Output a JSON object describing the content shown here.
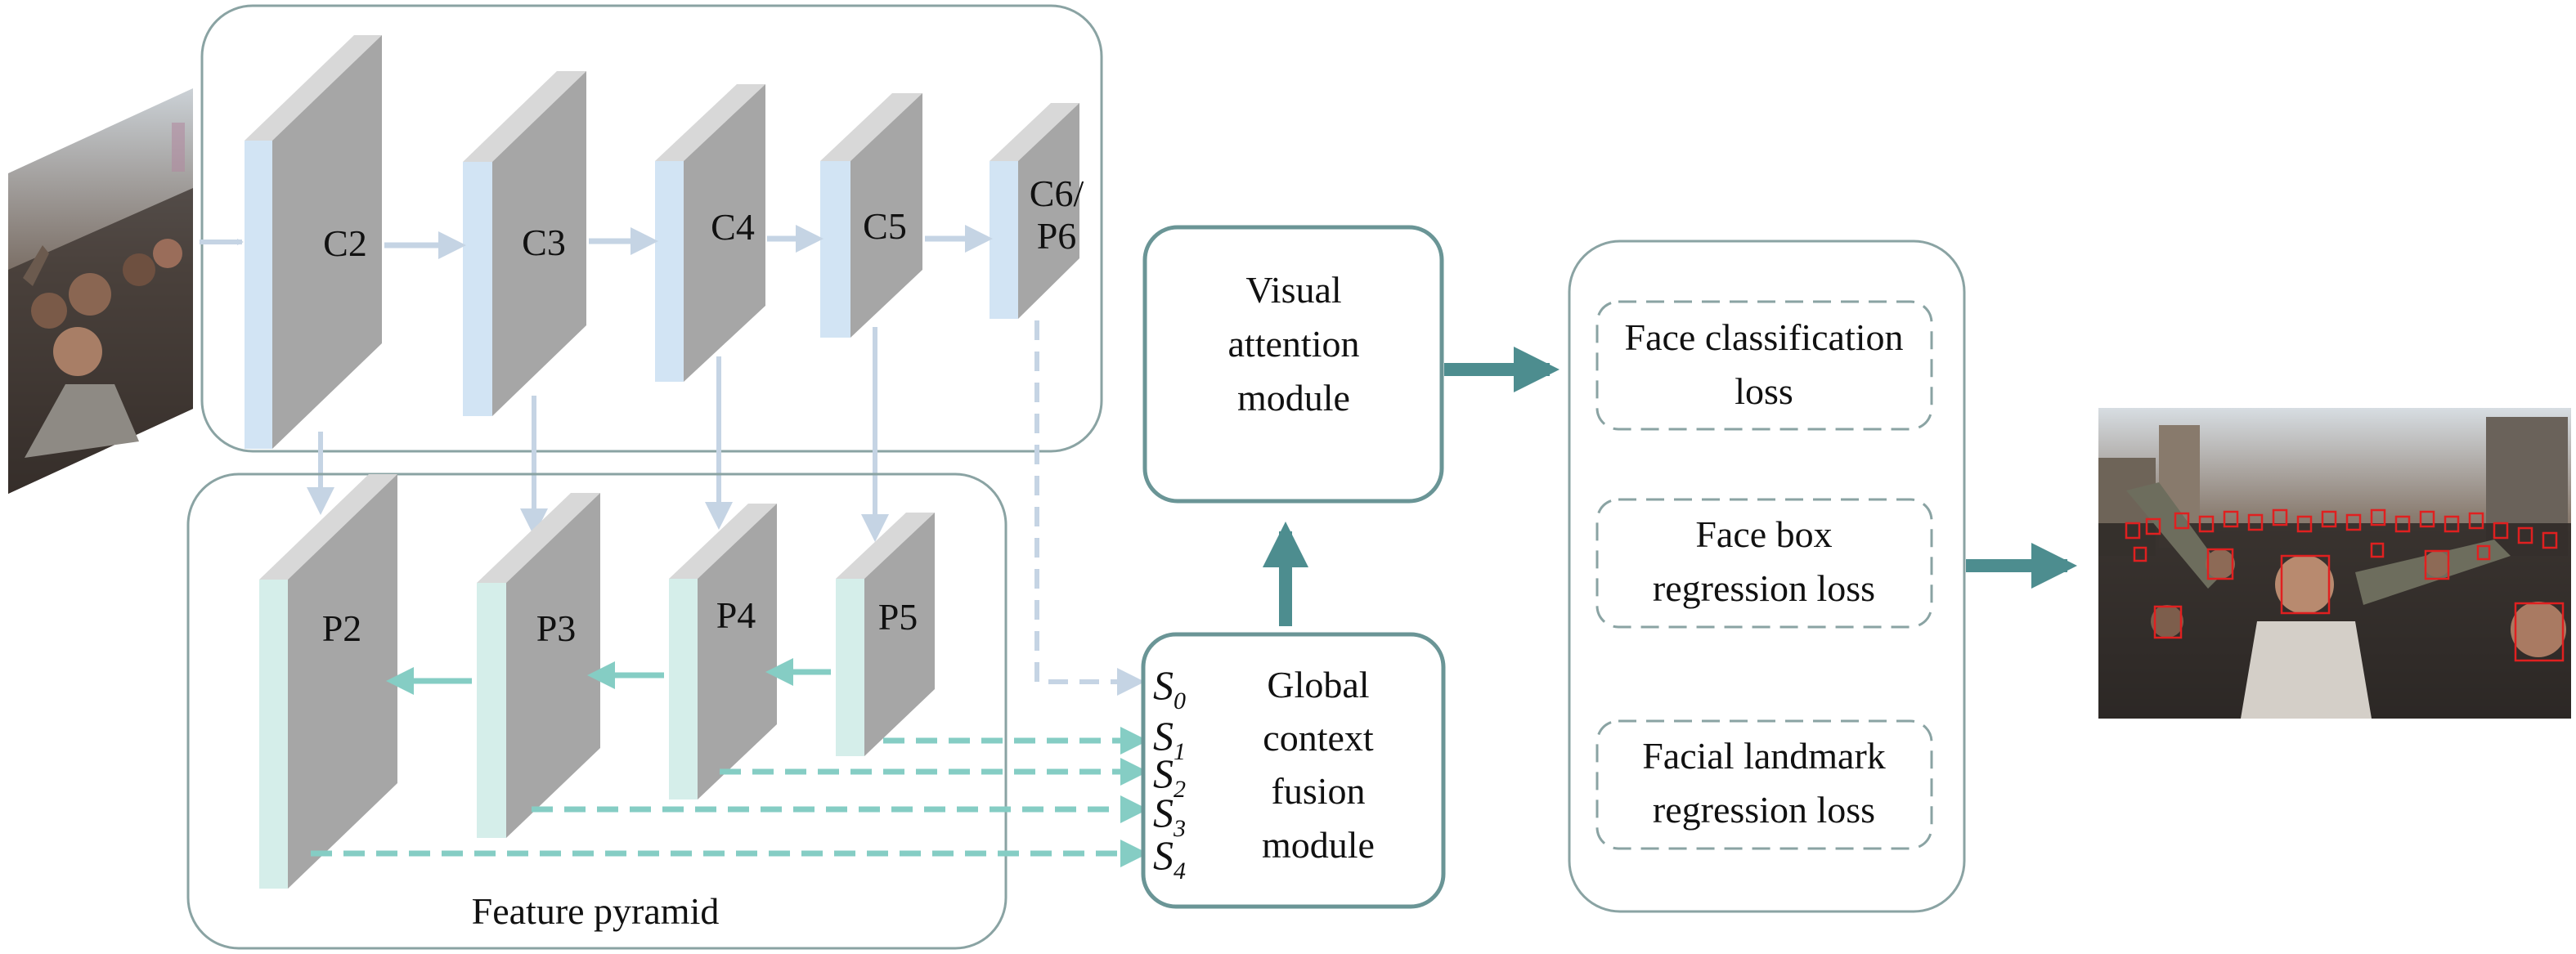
{
  "backbone": {
    "layers": [
      "C2",
      "C3",
      "C4",
      "C5"
    ],
    "top_layer": [
      "C6/",
      "P6"
    ]
  },
  "pyramid": {
    "layers": [
      "P2",
      "P3",
      "P4",
      "P5"
    ],
    "caption": "Feature pyramid"
  },
  "fusion": {
    "inputs": [
      {
        "base": "S",
        "sub": "0"
      },
      {
        "base": "S",
        "sub": "1"
      },
      {
        "base": "S",
        "sub": "2"
      },
      {
        "base": "S",
        "sub": "3"
      },
      {
        "base": "S",
        "sub": "4"
      }
    ],
    "title": [
      "Global",
      "context",
      "fusion",
      "module"
    ]
  },
  "attention": {
    "title": [
      "Visual",
      "attention",
      "module"
    ]
  },
  "losses": [
    {
      "lines": [
        "Face classification",
        "loss"
      ]
    },
    {
      "lines": [
        "Face box",
        "regression loss"
      ]
    },
    {
      "lines": [
        "Facial landmark",
        "regression loss"
      ]
    }
  ],
  "colors": {
    "backbone_arrow": "#c5d4e4",
    "pyramid_arrow": "#85cdc4",
    "main_arrow": "#4d8d8f",
    "box_border": "#6a9596",
    "panel_border": "#8aa3a3",
    "layer_gray": "#a6a6a6",
    "layer_top": "#d8d8d8",
    "backbone_face": "#d2e4f4",
    "pyramid_face": "#d5eeea"
  },
  "images": {
    "input": "crowd-photo",
    "output": "crowd-photo-with-face-detections"
  }
}
